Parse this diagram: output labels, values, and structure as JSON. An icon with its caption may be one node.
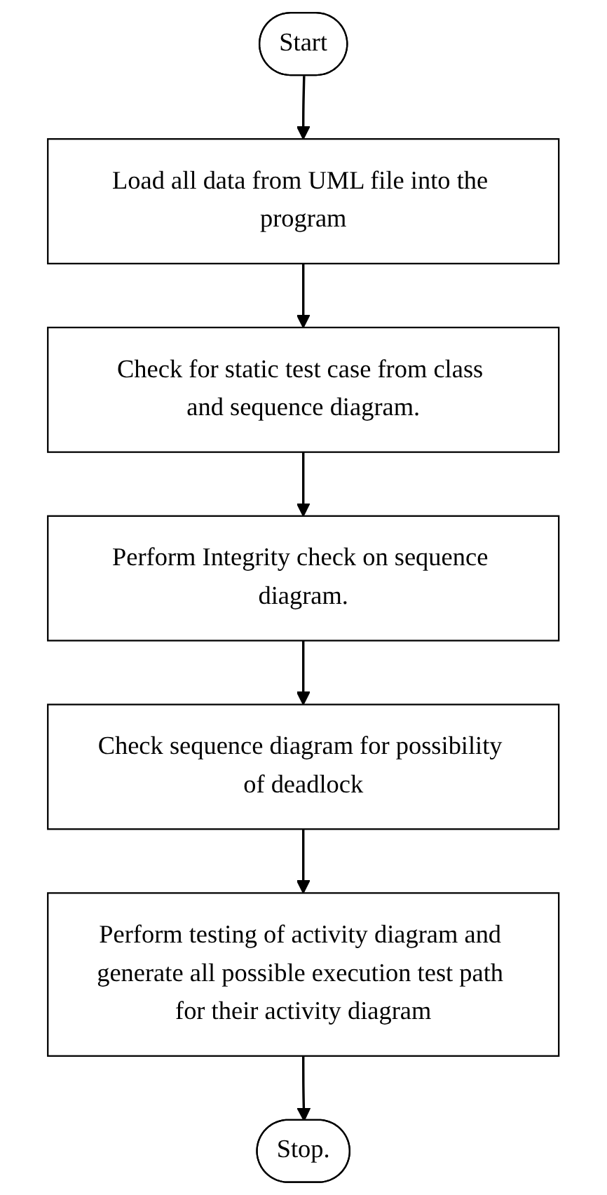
{
  "diagram": {
    "nodes": [
      {
        "text": [
          "Start"
        ]
      },
      {
        "text": [
          "Load all data from UML file into the program"
        ]
      },
      {
        "text": [
          "Check for static test case from class and sequence diagram."
        ]
      },
      {
        "text": [
          "Perform Integrity check on sequence diagram."
        ]
      },
      {
        "text": [
          "Check sequence diagram for possibility of deadlock"
        ]
      },
      {
        "text": [
          "Perform testing of activity diagram and generate all possible execution test path for their activity diagram"
        ]
      },
      {
        "text": [
          "Stop."
        ]
      }
    ],
    "edges": [
      {
        "from": 0,
        "to": 1,
        "arrow": "to"
      },
      {
        "from": 1,
        "to": 2,
        "arrow": "to"
      },
      {
        "from": 2,
        "to": 3,
        "arrow": "to"
      },
      {
        "from": 3,
        "to": 4,
        "arrow": "to"
      },
      {
        "from": 4,
        "to": 5,
        "arrow": "to"
      },
      {
        "from": 5,
        "to": 6,
        "arrow": "to"
      }
    ]
  }
}
